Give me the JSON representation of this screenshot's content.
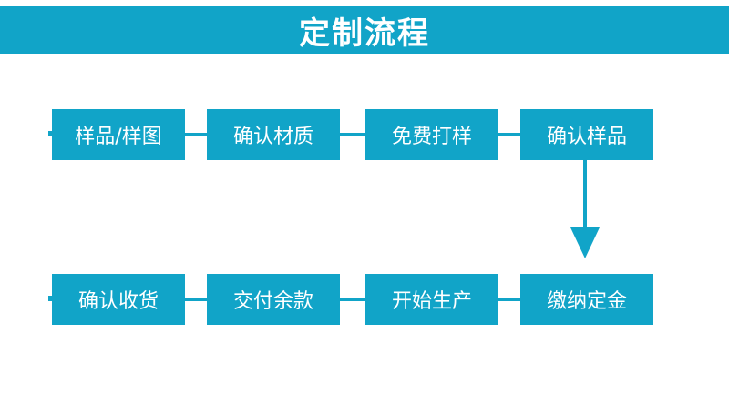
{
  "header": {
    "title": "定制流程"
  },
  "row1": [
    "样品/样图",
    "确认材质",
    "免费打样",
    "确认样品"
  ],
  "row2": [
    "确认收货",
    "交付余款",
    "开始生产",
    "缴纳定金"
  ],
  "colors": {
    "accent": "#11a4c8",
    "text": "#ffffff",
    "background": "#ffffff"
  }
}
